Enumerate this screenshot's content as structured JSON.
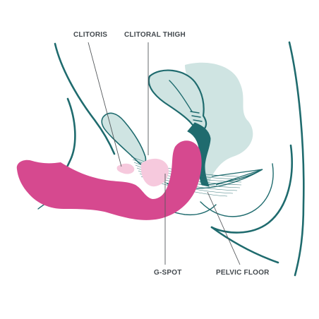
{
  "labels": {
    "clitoris": "CLITORIS",
    "clitoral_thigh": "CLITORAL THIGH",
    "g_spot": "G-SPOT",
    "pelvic_floor": "PELVIC FLOOR"
  },
  "colors": {
    "outline": "#1f6b6e",
    "tissue": "#cfe4e2",
    "toy": "#d6498f",
    "highlight": "#f6c9dd",
    "label": "#444a4f"
  }
}
